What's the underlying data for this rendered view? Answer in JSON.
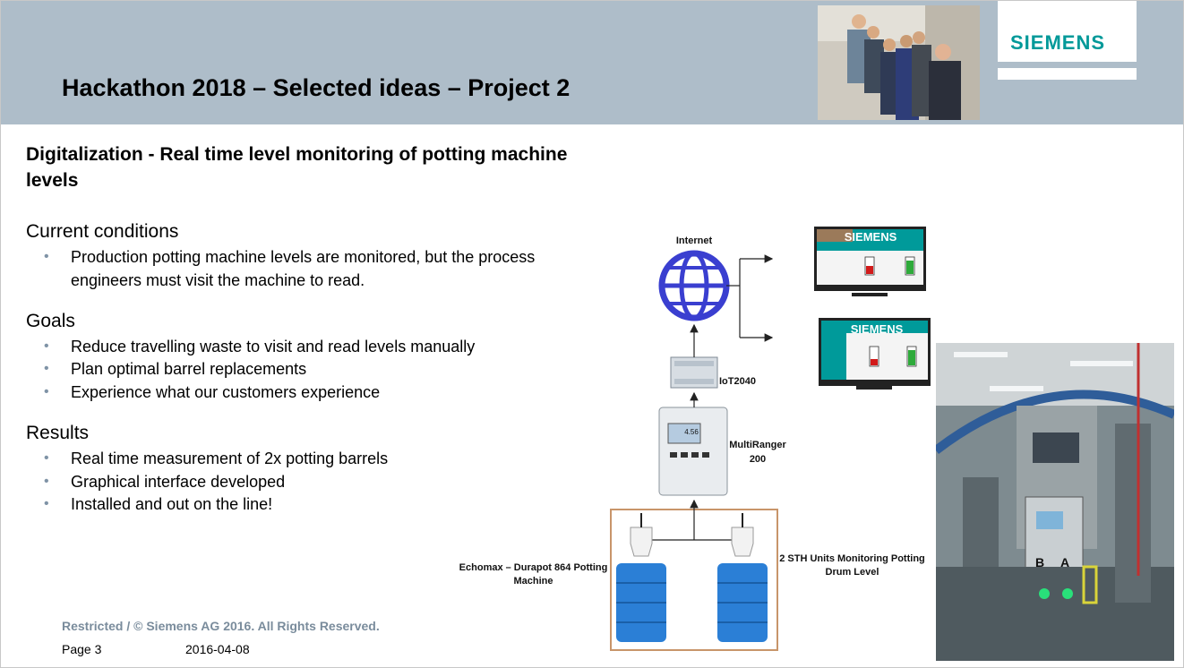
{
  "header": {
    "title": "Hackathon 2018 – Selected ideas – Project 2",
    "logo_text": "SIEMENS",
    "team_photo_alt": "team-photo"
  },
  "main": {
    "subtitle": "Digitalization - Real time level monitoring of potting machine levels",
    "sections": [
      {
        "heading": "Current conditions",
        "bullets": [
          "Production potting machine levels are monitored, but the process engineers must visit the machine to read."
        ]
      },
      {
        "heading": "Goals",
        "bullets": [
          "Reduce travelling waste to visit and read levels manually",
          "Plan optimal barrel replacements",
          "Experience what our customers experience"
        ]
      },
      {
        "heading": "Results",
        "bullets": [
          "Real time measurement of 2x potting barrels",
          "Graphical interface developed",
          "Installed and out on the line!"
        ]
      }
    ],
    "bullet_glyph": "•"
  },
  "diagram": {
    "internet_label": "Internet",
    "iot_label": "IoT2040",
    "multiranger_label_1": "MultiRanger",
    "multiranger_label_2": "200",
    "machine_label_1": "Echomax – Durapot 864 Potting",
    "machine_label_2": "Machine",
    "sensor_label_1": "2 STH Units Monitoring Potting",
    "sensor_label_2": "Drum Level",
    "screen_brand": "SIEMENS",
    "device_display": "4.56",
    "colors": {
      "globe": "#3a3fd0",
      "drum": "#2b7fd6",
      "screen_teal": "#009a9a",
      "frame": "#c8956a"
    }
  },
  "photo": {
    "box_labels": [
      "B",
      "A"
    ]
  },
  "footer": {
    "restricted": "Restricted / © Siemens AG 2016. All Rights Reserved.",
    "page": "Page 3",
    "date": "2016-04-08"
  }
}
